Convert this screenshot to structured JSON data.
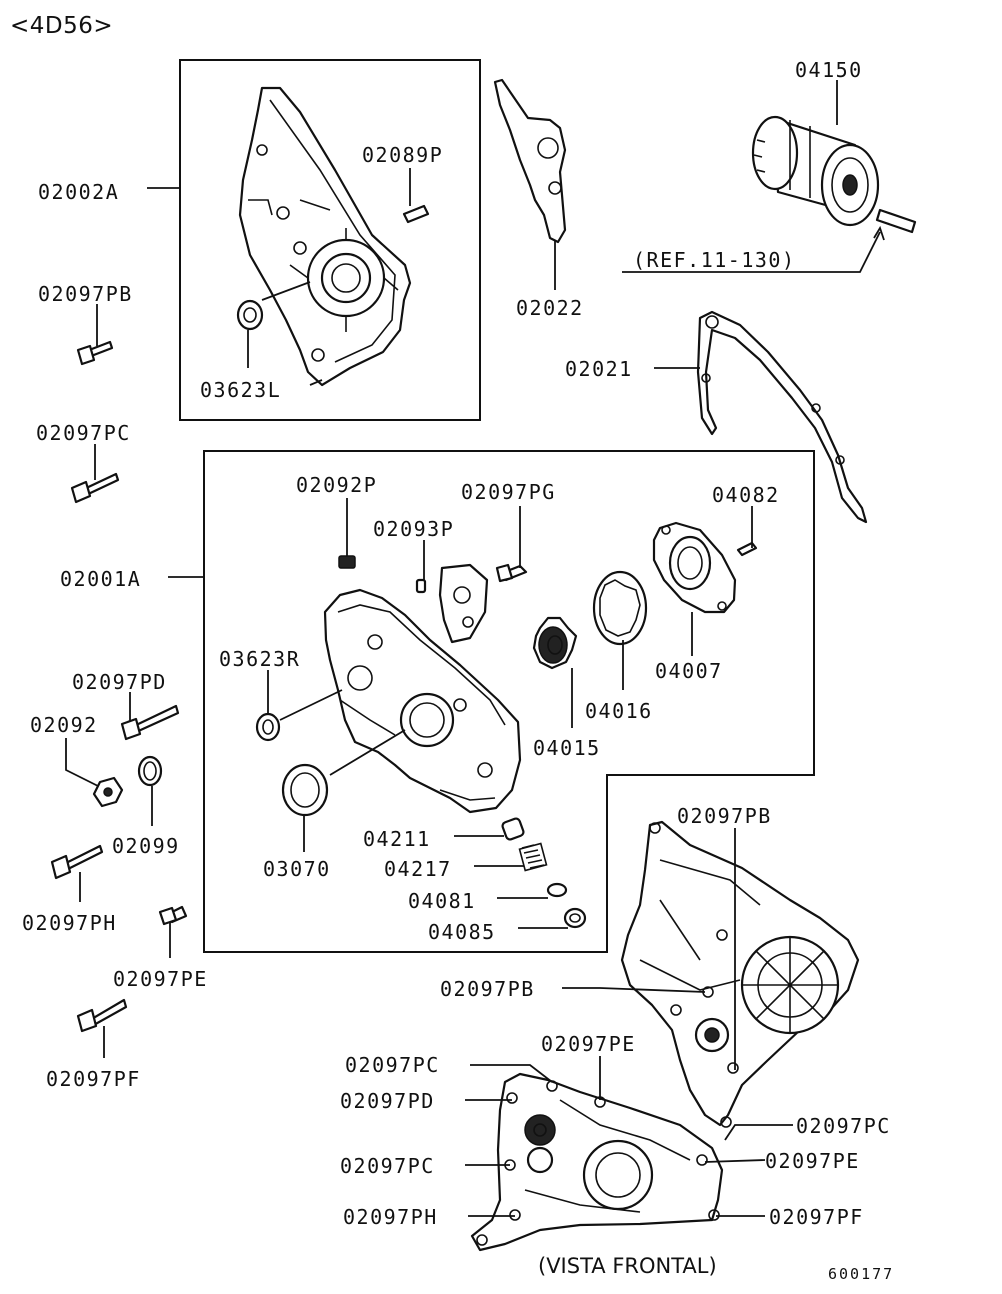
{
  "header": {
    "engine_code": "<4D56>"
  },
  "labels": {
    "p04150": "04150",
    "p02089P": "02089P",
    "p02002A": "02002A",
    "ref": "(REF.11-130)",
    "p02097PB_a": "02097PB",
    "p02022": "02022",
    "p03623L": "03623L",
    "p02021": "02021",
    "p02097PC_a": "02097PC",
    "p02092P": "02092P",
    "p02097PG": "02097PG",
    "p04082": "04082",
    "p02093P": "02093P",
    "p02001A": "02001A",
    "p03623R": "03623R",
    "p04007": "04007",
    "p02097PD_a": "02097PD",
    "p04016": "04016",
    "p02092": "02092",
    "p04015": "04015",
    "p02097PB_b": "02097PB",
    "p02099": "02099",
    "p04211": "04211",
    "p03070": "03070",
    "p04217": "04217",
    "p04081": "04081",
    "p02097PH_a": "02097PH",
    "p04085": "04085",
    "p02097PE_a": "02097PE",
    "p02097PB_c": "02097PB",
    "p02097PF_a": "02097PF",
    "p02097PE_b": "02097PE",
    "p02097PC_b": "02097PC",
    "p02097PD_b": "02097PD",
    "p02097PC_c": "02097PC",
    "p02097PE_c": "02097PE",
    "p02097PC_d": "02097PC",
    "p02097PH_b": "02097PH",
    "p02097PF_b": "02097PF"
  },
  "caption": "(VISTA FRONTAL)",
  "diagram_code": "600177"
}
